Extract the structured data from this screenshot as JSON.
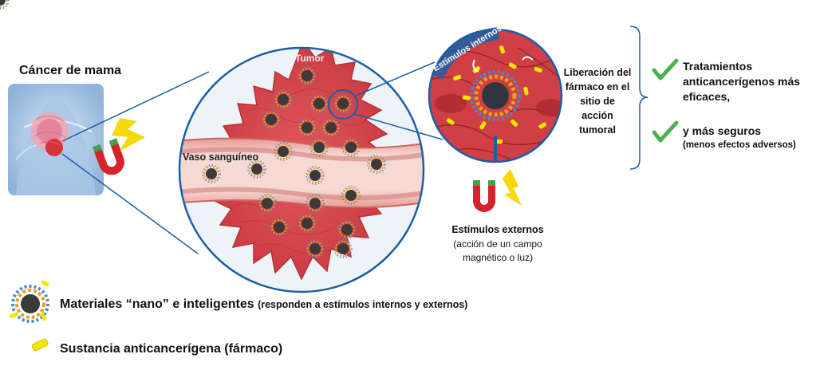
{
  "labels": {
    "cancer_de_mama": "Cáncer de mama",
    "tumor": "Tumor",
    "vaso_sanguineo": "Vaso sanguíneo",
    "estimulos_internos": "Estímulos internos",
    "liberacion": "Liberación del fármaco en el sitio de acción tumoral",
    "estimulos_externos": "Estímulos externos",
    "estimulos_externos_detalle": "(acción de un campo magnético o luz)"
  },
  "benefits": {
    "item1": "Tratamientos anticancerígenos más eficaces,",
    "item2": "y más seguros",
    "item2_detail": "(menos efectos adversos)"
  },
  "legend": {
    "nano_title": "Materiales “nano” e inteligentes",
    "nano_detail": "(responden a estímulos internos y externos)",
    "drug": "Sustancia anticancerígena (fármaco)"
  },
  "colors": {
    "tumor_red": "#d9494f",
    "vessel_pink": "#f2c9c4",
    "check_green": "#4caf50",
    "magnet_red": "#d4232b",
    "bolt_yellow": "#f5d90a",
    "drug_yellow": "#f5e400",
    "circle_blue": "#2e7fc0"
  },
  "icons": [
    "breast-body-icon",
    "magnet-icon",
    "lightning-icon",
    "nanoparticle-icon",
    "drug-capsule-icon",
    "checkmark-icon"
  ]
}
